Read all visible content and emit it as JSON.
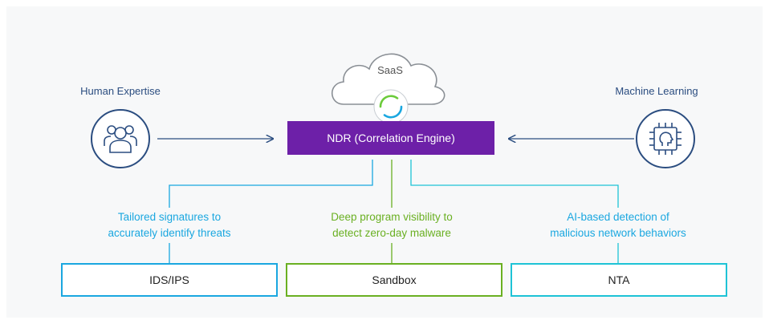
{
  "cloud_label": "SaaS",
  "ndr_label": "NDR (Correlation Engine)",
  "left": {
    "title": "Human Expertise",
    "icon": "people-icon"
  },
  "right": {
    "title": "Machine Learning",
    "icon": "ai-head-chip-icon"
  },
  "branches": [
    {
      "line1": "Tailored signatures to",
      "line2": "accurately identify threats",
      "box": "IDS/IPS",
      "color": "#1aa7e0"
    },
    {
      "line1": "Deep program visibility to",
      "line2": "detect zero-day malware",
      "box": "Sandbox",
      "color": "#6ab022"
    },
    {
      "line1": "AI-based detection of",
      "line2": "malicious network behaviors",
      "box": "NTA",
      "color": "#1ec3d6"
    }
  ],
  "colors": {
    "ndr": "#6d20a8",
    "navy": "#2b4d80",
    "cloud_stroke": "#8a8f95"
  }
}
